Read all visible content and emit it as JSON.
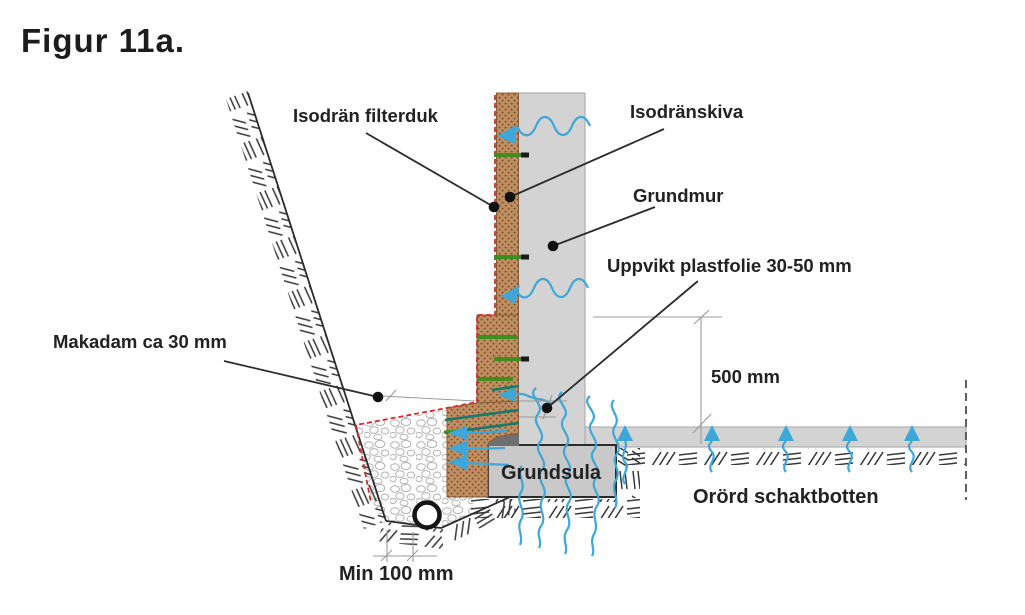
{
  "title": "Figur 11a.",
  "diagram": {
    "labels": {
      "filterduk": "Isodrän filterduk",
      "skiva": "Isodränskiva",
      "grundmur": "Grundmur",
      "plastfolie": "Uppvikt plastfolie 30-50 mm",
      "makadam": "Makadam ca 30 mm",
      "dim_500": "500 mm",
      "grundsula": "Grundsula",
      "schaktbotten": "Orörd schaktbotten",
      "dim_min100": "Min 100 mm"
    },
    "colors": {
      "board": "#bf8f63",
      "board_dot": "#7a4a22",
      "wall": "#d3d3d3",
      "footing": "#c9c9c9",
      "shadow": "#6f6f6f",
      "water": "#3ea7d8",
      "green": "#3f8f1f",
      "teal": "#15796b",
      "red": "#d12b2b",
      "ink": "#2b2b2b",
      "dim": "#9a9a9a",
      "label_text": "#222222"
    }
  }
}
